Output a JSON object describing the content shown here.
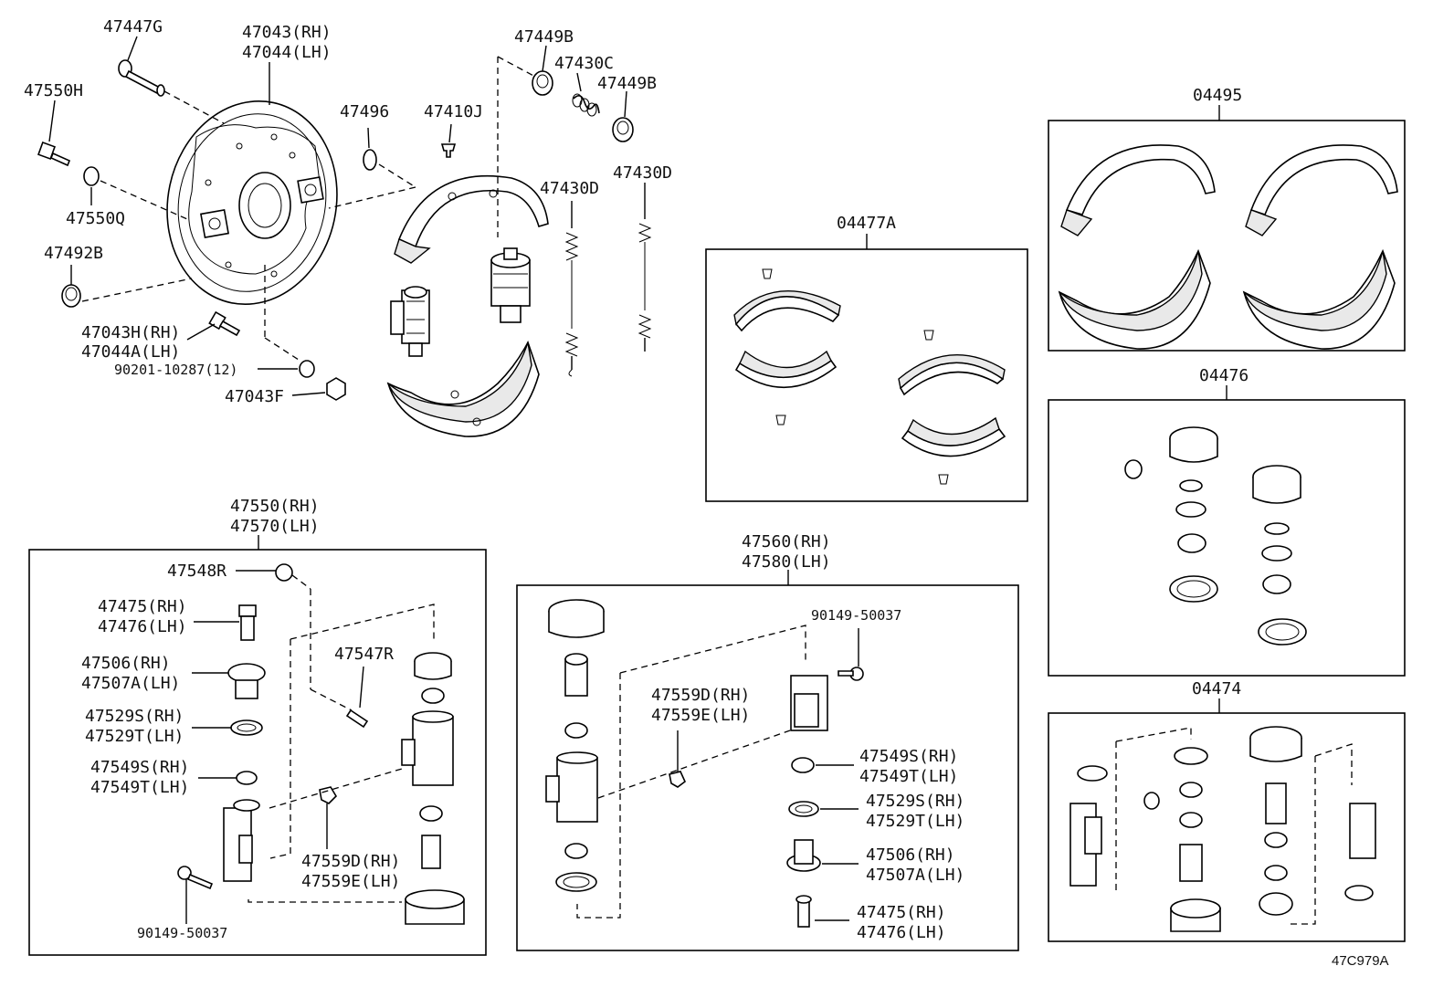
{
  "diagram": {
    "reference": "47C979A",
    "top_labels": {
      "bolt_47447G": "47447G",
      "plate_rh": "47043(RH)",
      "plate_lh": "47044(LH)",
      "bolt_47550H": "47550H",
      "washer_47550Q": "47550Q",
      "plug_47492B": "47492B",
      "bolt_rh": "47043H(RH)",
      "bolt_lh": "47044A(LH)",
      "washer_90201": "90201-10287(12)",
      "nut_47043F": "47043F",
      "clip_47496": "47496",
      "pin_47410J": "47410J",
      "cap_47449B_1": "47449B",
      "spring_47430C": "47430C",
      "cap_47449B_2": "47449B",
      "spring_47430D_1": "47430D",
      "spring_47430D_2": "47430D"
    },
    "kit_boxes": {
      "lining_kit": "04477A",
      "shoe_kit": "04495",
      "cup_kit": "04476",
      "cylinder_kit": "04474"
    },
    "left_cylinder": {
      "title_rh": "47550(RH)",
      "title_lh": "47570(LH)",
      "cap_47548R": "47548R",
      "bleeder_rh": "47475(RH)",
      "bleeder_lh": "47476(LH)",
      "piston_rh": "47506(RH)",
      "piston_lh": "47507A(LH)",
      "cup_rh": "47529S(RH)",
      "cup_lh": "47529T(LH)",
      "seal_rh": "47549S(RH)",
      "seal_lh": "47549T(LH)",
      "valve_47547R": "47547R",
      "clip_rh": "47559D(RH)",
      "clip_lh": "47559E(LH)",
      "bolt_90149": "90149-50037"
    },
    "right_cylinder": {
      "title_rh": "47560(RH)",
      "title_lh": "47580(LH)",
      "bolt_90149": "90149-50037",
      "clip_rh": "47559D(RH)",
      "clip_lh": "47559E(LH)",
      "seal_rh": "47549S(RH)",
      "seal_lh": "47549T(LH)",
      "cup_rh": "47529S(RH)",
      "cup_lh": "47529T(LH)",
      "piston_rh": "47506(RH)",
      "piston_lh": "47507A(LH)",
      "bleeder_rh": "47475(RH)",
      "bleeder_lh": "47476(LH)"
    }
  }
}
